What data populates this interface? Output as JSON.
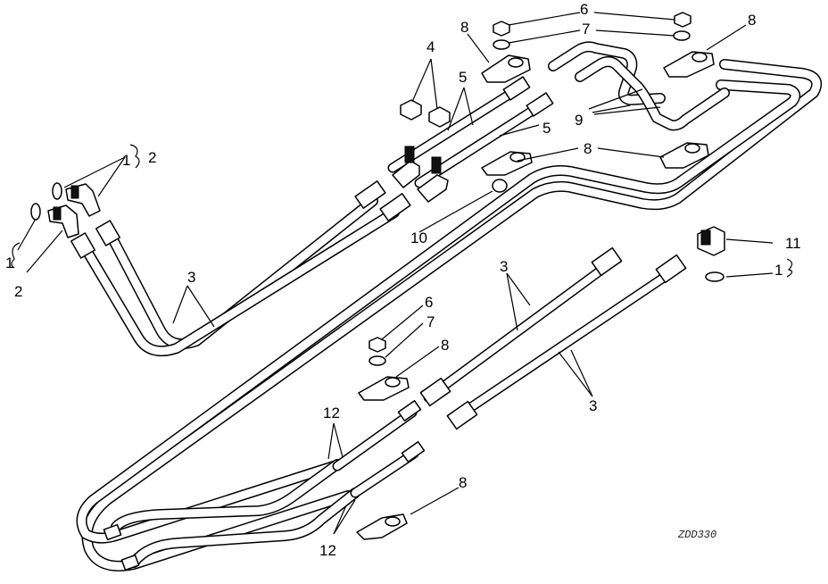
{
  "callouts": {
    "c1_top": "1",
    "c2_top": "2",
    "c1_left": "1",
    "c2_left": "2",
    "c3_left": "3",
    "c4": "4",
    "c5_top": "5",
    "c5_mid": "5",
    "c6_top": "6",
    "c7_top": "7",
    "c8_top_left": "8",
    "c8_top_right": "8",
    "c8_mid_right": "8",
    "c9": "9",
    "c10": "10",
    "c11": "11",
    "c1_right": "1",
    "c3_upper_mid": "3",
    "c3_lower_mid": "3",
    "c6_mid": "6",
    "c7_mid": "7",
    "c8_mid": "8",
    "c12_upper": "12",
    "c12_lower": "12",
    "c8_bottom": "8"
  },
  "drawing_code": "ZDD330"
}
